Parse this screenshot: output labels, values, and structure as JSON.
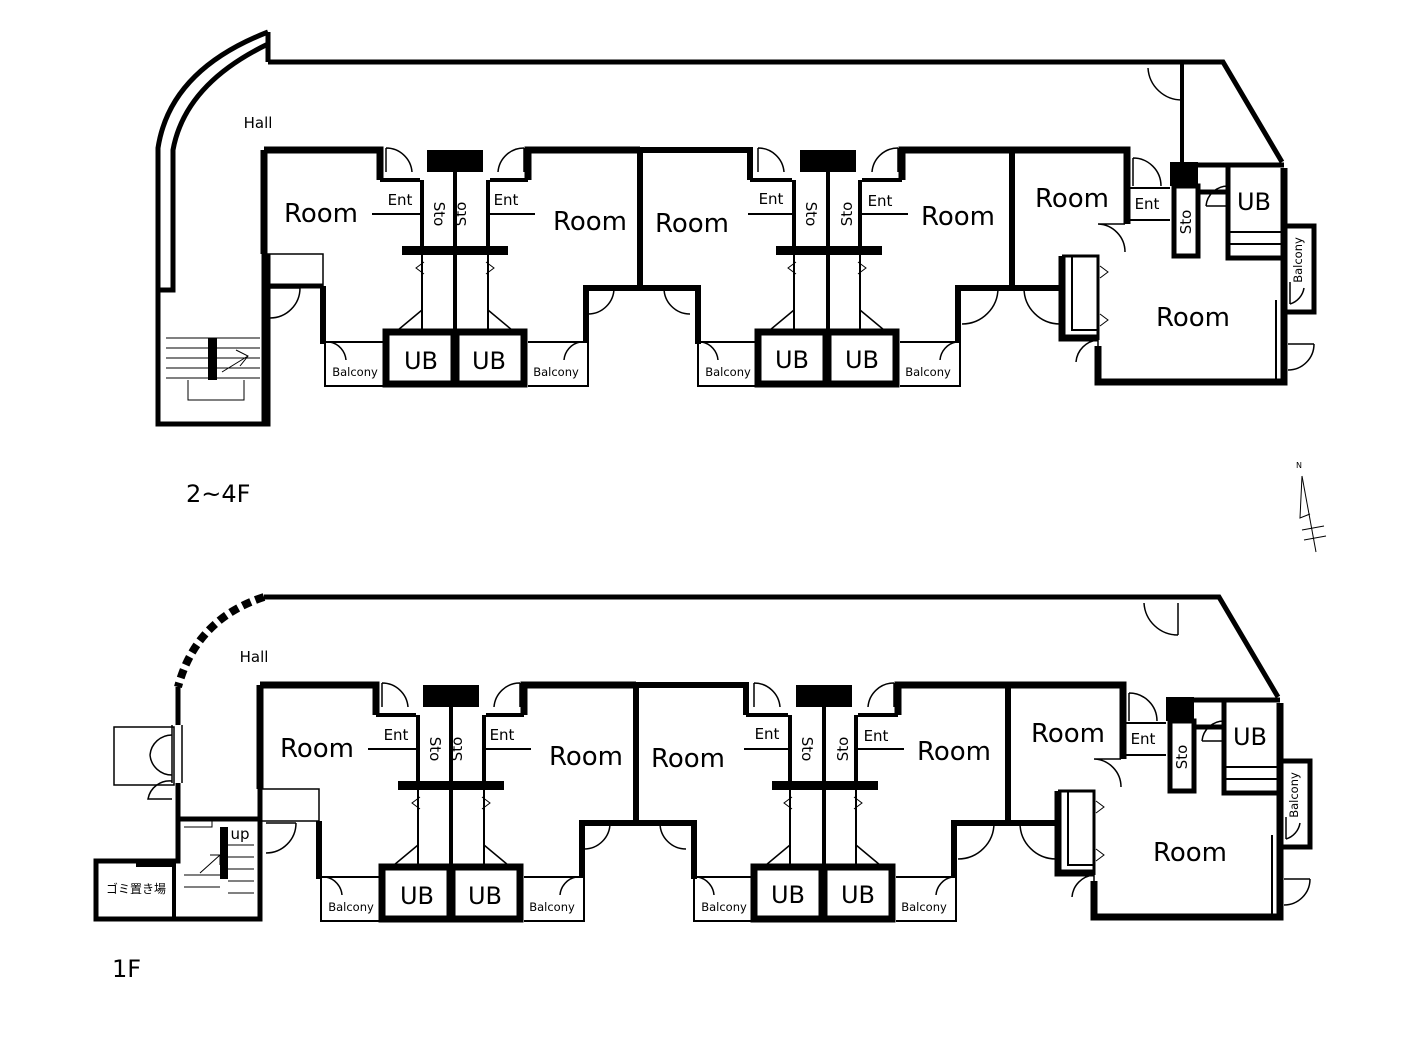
{
  "labels": {
    "room": "Room",
    "ub": "UB",
    "ent": "Ent",
    "sto": "Sto",
    "balcony": "Balcony",
    "hall": "Hall",
    "up": "up",
    "garbage": "ゴミ置き場"
  },
  "compass": {
    "north_label": "N"
  },
  "floors": [
    {
      "id": "upper",
      "label": "2~4F"
    },
    {
      "id": "ground",
      "label": "1F"
    }
  ]
}
